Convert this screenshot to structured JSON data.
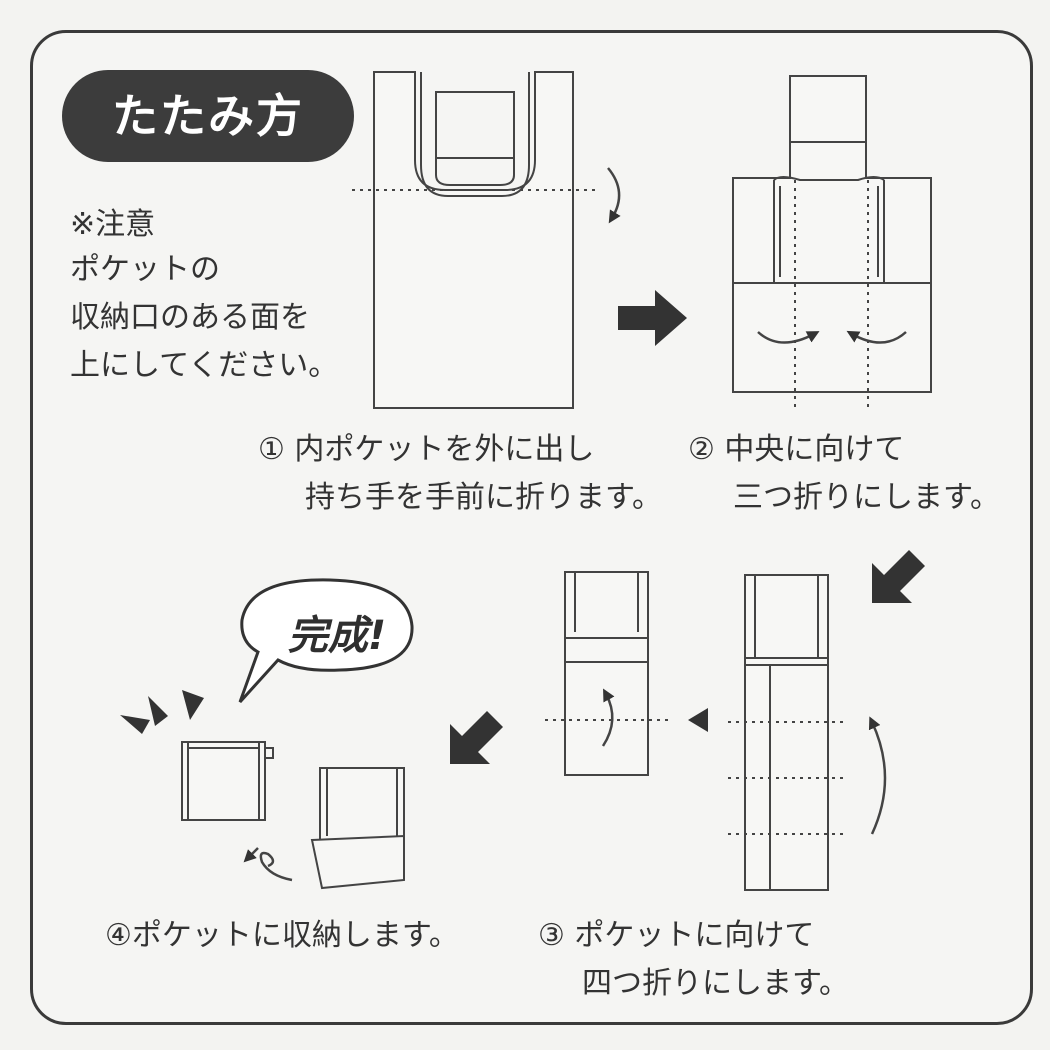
{
  "title": "たたみ方",
  "note": {
    "lines": [
      "※注意",
      "ポケットの",
      "収納口のある面を",
      "上にしてください。"
    ]
  },
  "steps": [
    {
      "line1": "① 内ポケットを外に出し",
      "line2": "持ち手を手前に折ります。"
    },
    {
      "line1": "② 中央に向けて",
      "line2": "三つ折りにします。"
    },
    {
      "line1": "③ ポケットに向けて",
      "line2": "四つ折りにします。"
    },
    {
      "line1": "④ポケットに収納します。",
      "line2": ""
    }
  ],
  "done": "完成!",
  "colors": {
    "ink": "#333333",
    "paper": "#f5f5f3",
    "pill": "#3c3c3c"
  }
}
